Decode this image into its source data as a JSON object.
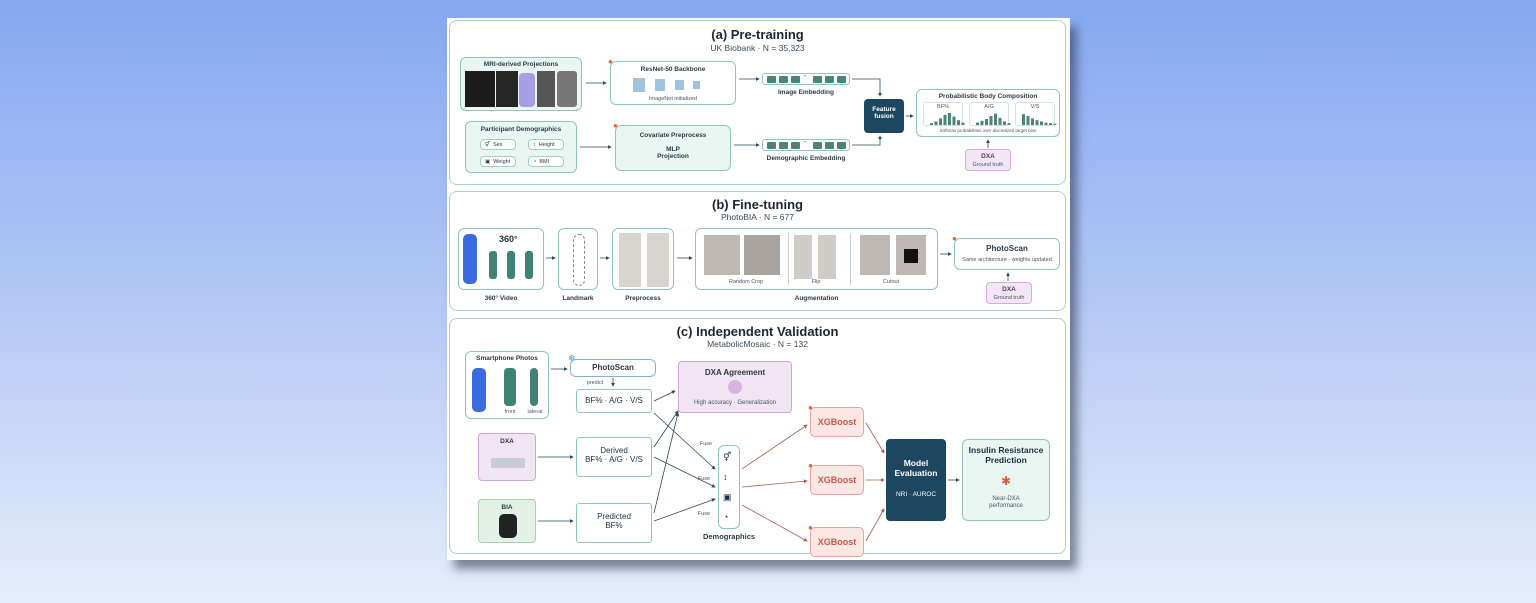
{
  "pretraining": {
    "title": "(a) Pre-training",
    "subtitle": "UK Biobank · N = 35,323",
    "mri_title": "MRI-derived Projections",
    "backbone_title": "ResNet-50 Backbone",
    "backbone_sub": "ImageNet initialized",
    "image_embedding": "Image Embedding",
    "demographics_title": "Participant Demographics",
    "demo_chips": [
      "Sex",
      "Height",
      "Weight",
      "BMI"
    ],
    "covariate_title": "Covariate Preprocess",
    "mlp_label": "MLP\nProjection",
    "demographic_embedding": "Demographic Embedding",
    "fusion_label": "Feature\nfusion",
    "prob_title": "Probabilistic Body Composition",
    "bins": [
      "BF%",
      "A/G",
      "V/S"
    ],
    "prob_caption": "Softmax probabilities over discretized target bins",
    "dxa_label": "DXA",
    "ground_truth": "Ground truth"
  },
  "finetuning": {
    "title": "(b) Fine-tuning",
    "subtitle": "PhotoBIA · N = 677",
    "rotation": "360°",
    "video_label": "360° Video",
    "landmark_label": "Landmark",
    "preprocess_label": "Preprocess",
    "aug_items": [
      "Random Crop",
      "Flip",
      "Cutout"
    ],
    "augmentation_label": "Augmentation",
    "photoscan_title": "PhotoScan",
    "photoscan_sub": "Same architecture · weights updated",
    "dxa_label": "DXA",
    "ground_truth": "Ground truth"
  },
  "validation": {
    "title": "(c) Independent Validation",
    "subtitle": "MetabolicMosaic · N = 132",
    "smartphone_title": "Smartphone Photos",
    "front": "front",
    "lateral": "lateral",
    "photoscan": "PhotoScan",
    "predict": "predict",
    "photoscan_out": "BF% · A/G · V/S",
    "dxa_agreement": "DXA Agreement",
    "agreement_sub": "High accuracy · Generalization",
    "dxa": "DXA",
    "derived": "Derived\nBF% · A/G · V/S",
    "bia": "BIA",
    "predicted": "Predicted\nBF%",
    "fuse": "Fuse",
    "demographics": "Demographics",
    "xgboost": "XGBoost",
    "model_eval": "Model\nEvaluation",
    "model_metrics": "NRI · AUROC",
    "insulin_title": "Insulin Resistance\nPrediction",
    "insulin_sub": "Near-DXA\nperformance"
  },
  "colors": {
    "teal": "#4d8478",
    "navy": "#1d4660",
    "panel_border": "#a9d2c6",
    "xgb_fill": "#fbe7e3",
    "xgb_text": "#d0584b",
    "purple_fill": "#f3e6f6"
  },
  "histograms": [
    [
      0.15,
      0.3,
      0.55,
      0.85,
      1.0,
      0.7,
      0.4,
      0.2
    ],
    [
      0.2,
      0.35,
      0.5,
      0.75,
      0.95,
      0.6,
      0.3,
      0.15
    ],
    [
      0.9,
      0.75,
      0.55,
      0.4,
      0.3,
      0.2,
      0.15,
      0.1
    ]
  ]
}
